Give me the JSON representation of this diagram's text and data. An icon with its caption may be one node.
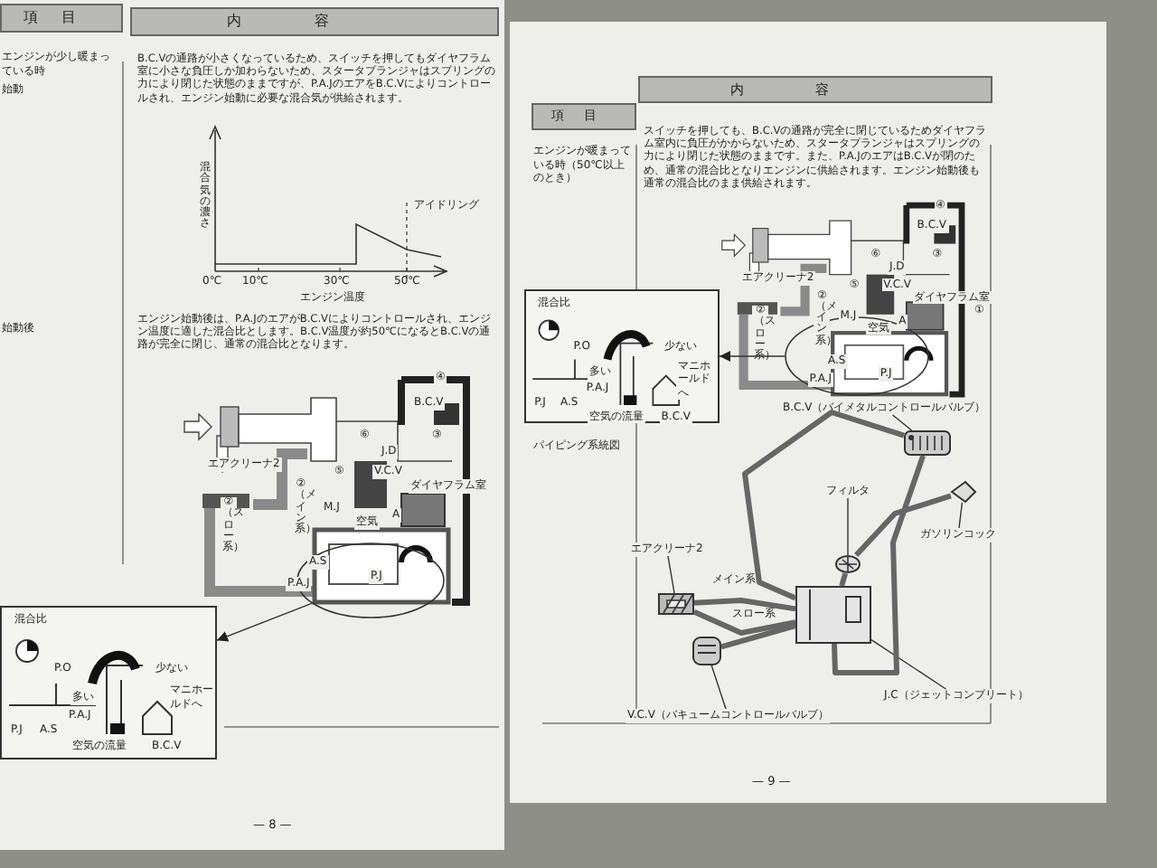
{
  "diagram": {
    "nodes": [
      {
        "text": [],
        "shape": "circle"
      },
      {
        "text": [
          "混合比",
          "P.O",
          "多い",
          "少ない",
          "マニホールドへ",
          "P.J",
          "A.S",
          "P.A.J",
          "空気の流量",
          "B.C.V"
        ]
      },
      {
        "text": [],
        "shape": "circle"
      },
      {
        "text": [
          "混合比",
          "P.O",
          "多い",
          "少ない",
          "マニホールドへ",
          "P.J",
          "A.S",
          "P.A.J",
          "空気の流量",
          "B.C.V"
        ]
      },
      {
        "text": [
          "B.C.V（バイメタルコントロールバルブ）"
        ]
      },
      {
        "text": [
          "フィルタ"
        ]
      },
      {
        "text": [
          "ガソリンコック"
        ]
      },
      {
        "text": [
          "エアクリーナ2"
        ]
      },
      {
        "text": [
          "J.C（ジェットコンプリート）"
        ]
      },
      {
        "text": [
          "V.C.V（バキュームコントロールバルブ）"
        ]
      },
      {
        "text": [],
        "shape": "picture"
      },
      {
        "text": [],
        "shape": "picture"
      },
      {
        "text": [],
        "shape": "picture"
      },
      {
        "text": [],
        "shape": "picture"
      },
      {
        "text": [],
        "shape": "picture"
      },
      {
        "text": [],
        "shape": "picture"
      }
    ],
    "edges": [
      {
        "from": 0,
        "to": 1,
        "arrow": "to"
      },
      {
        "from": 2,
        "to": 3,
        "arrow": "to"
      },
      {
        "from": 4,
        "to": 10,
        "arrow": "none"
      },
      {
        "from": 5,
        "to": 11,
        "arrow": "none"
      },
      {
        "from": 6,
        "to": 12,
        "arrow": "none"
      },
      {
        "from": 7,
        "to": 13,
        "arrow": "none"
      },
      {
        "from": 8,
        "to": 14,
        "arrow": "none"
      },
      {
        "from": 9,
        "to": 15,
        "arrow": "none"
      },
      {
        "from": 10,
        "to": 14,
        "arrow": "none",
        "style": "thick"
      },
      {
        "from": 10,
        "to": 14,
        "arrow": "none",
        "style": "thick"
      },
      {
        "from": 12,
        "to": 11,
        "arrow": "none",
        "style": "thick"
      },
      {
        "from": 11,
        "to": 14,
        "arrow": "none",
        "style": "thick"
      },
      {
        "from": 13,
        "to": 14,
        "arrow": "none",
        "style": "thick"
      },
      {
        "from": 13,
        "to": 14,
        "arrow": "none",
        "style": "thick"
      },
      {
        "from": 15,
        "to": 14,
        "arrow": "none",
        "style": "thick"
      }
    ],
    "labels": [
      "項目",
      "内容",
      "エンジンが少し暖まっている時",
      "始動",
      "B.C.Vの通路が小さくなっているため、スイッチを押してもダイヤフラム室に小さな負圧しか加わらないため、スタータプランジャはスプリングの力により閉じた状態のままですが、P.A.JのエアをB.C.Vによりコントロールされ、エンジン始動に必要な混合気が供給されます。",
      "混合気の濃さ",
      "アイドリング",
      "0℃",
      "10℃",
      "30℃",
      "50℃",
      "エンジン温度",
      "始動後",
      "エンジン始動後は、P.A.JのエアがB.C.Vによりコントロールされ、エンジン温度に適した混合比とします。B.C.V温度が約50℃になるとB.C.Vの通路が完全に閉じ、通常の混合比となります。",
      "④",
      "B.C.V",
      "③",
      "⑥",
      "J.D",
      "⑤",
      "V.C.V",
      "ダイヤフラム室",
      "エアクリーナ2",
      "M.J",
      "②（メイン系）",
      "②（スロー系）",
      "空気",
      "A",
      "A.S",
      "P.A.J",
      "P.J",
      "— 8 —",
      "項目",
      "内容",
      "エンジンが暖まっている時（50℃以上のとき）",
      "スイッチを押しても、B.C.Vの通路が完全に閉じているためダイヤフラム室内に負圧がかからないため、スタータプランジャはスプリングの力により閉じた状態のままです。また、P.A.JのエアはB.C.Vが閉のため、通常の混合比となりエンジンに供給されます。エンジン始動後も通常の混合比のまま供給されます。",
      "④",
      "B.C.V",
      "③",
      "⑥",
      "J.D",
      "⑤",
      "V.C.V",
      "ダイヤフラム室",
      "エアクリーナ2",
      "M.J",
      "②（メイン系）",
      "②（スロー系）",
      "空気",
      "A",
      "A.S",
      "P.A.J",
      "P.J",
      "①",
      "パイピング系統図",
      "メイン系",
      "スロー系",
      "— 9 —"
    ]
  }
}
